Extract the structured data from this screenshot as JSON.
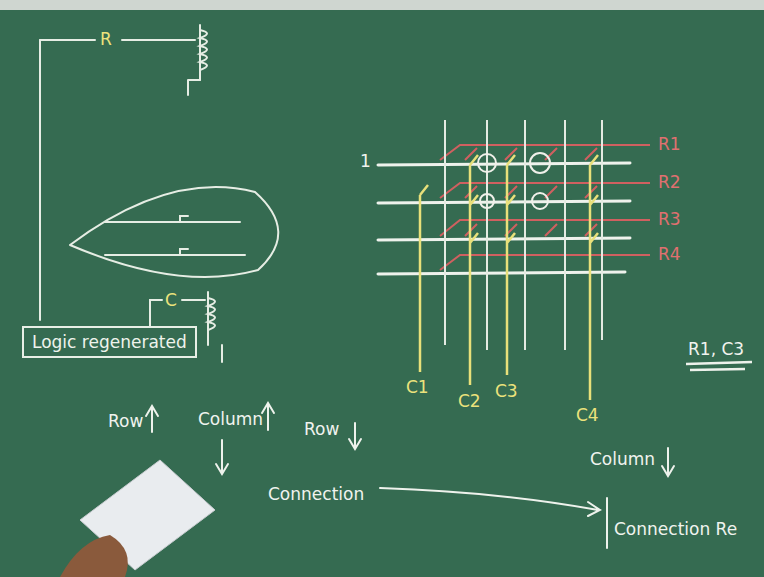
{
  "diagram": {
    "nodes": [
      {
        "text": [
          "Logic regenerated"
        ]
      }
    ],
    "labels": [
      "R",
      "C",
      "1",
      "R1",
      "R2",
      "R3",
      "R4",
      "C1",
      "C2",
      "C3",
      "C4",
      "R1, C3",
      "Row",
      "Column",
      "Row",
      "Connection",
      "Column",
      "Connection Re"
    ]
  }
}
